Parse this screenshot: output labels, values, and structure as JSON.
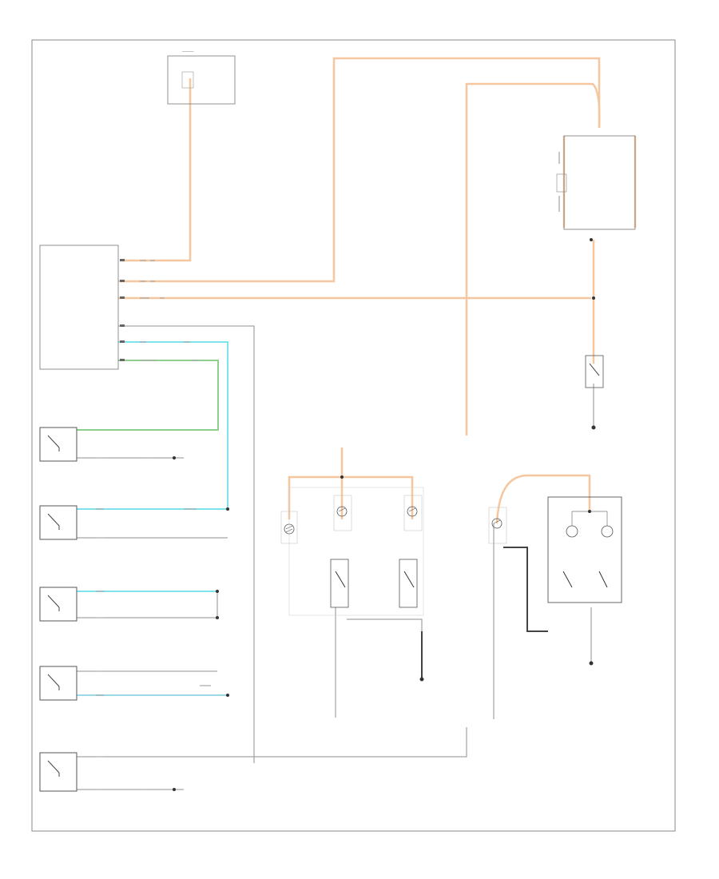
{
  "diagram": {
    "footer_code": "",
    "colors": {
      "orange": "#f6c79e",
      "cyan": "#7fe3ee",
      "green": "#8ecf8e",
      "gray_wire": "#7f7f7f",
      "dark_wire": "#333333",
      "frame": "#8a8a8a"
    },
    "components": [
      {
        "id": "underhood-fuse-block",
        "label": ""
      },
      {
        "id": "instrument-panel-fuse-block",
        "label": ""
      },
      {
        "id": "body-control-module",
        "label": ""
      },
      {
        "id": "ignition-switch",
        "label": ""
      },
      {
        "id": "driver-door-jamb-switch",
        "label": ""
      },
      {
        "id": "passenger-door-jamb-switch",
        "label": ""
      },
      {
        "id": "right-rear-door-jamb-switch",
        "label": ""
      },
      {
        "id": "left-rear-door-jamb-switch",
        "label": ""
      },
      {
        "id": "liftgate-ajar-switch",
        "label": ""
      },
      {
        "id": "front-dome-lamp",
        "label": ""
      },
      {
        "id": "left-reading-lamp",
        "label": ""
      },
      {
        "id": "right-reading-lamp",
        "label": ""
      },
      {
        "id": "rear-dome-lamp",
        "label": ""
      },
      {
        "id": "rear-reading-lamps",
        "label": ""
      },
      {
        "id": "left-reading-lamp-switch",
        "label": ""
      },
      {
        "id": "right-reading-lamp-switch",
        "label": ""
      },
      {
        "id": "cargo-lamp-switch",
        "label": ""
      }
    ],
    "grounds": [
      {
        "id": "ground-driver-side",
        "label": ""
      },
      {
        "id": "ground-center",
        "label": ""
      },
      {
        "id": "ground-rear",
        "label": ""
      },
      {
        "id": "ground-liftgate",
        "label": ""
      }
    ]
  }
}
